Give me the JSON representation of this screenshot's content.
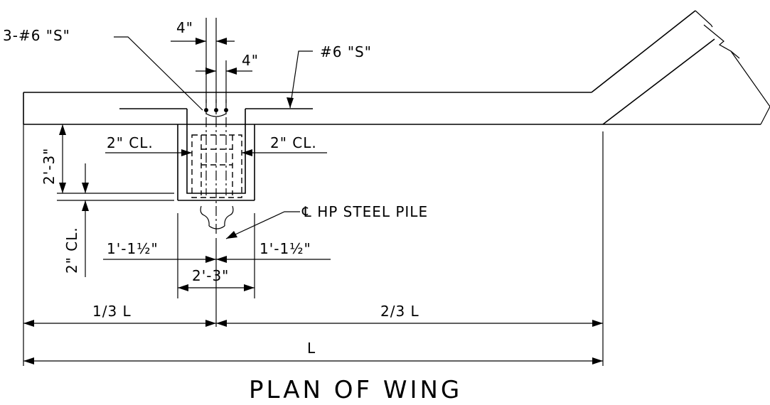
{
  "title": "PLAN OF WING",
  "labels": {
    "bars_3_6s": "3-#6 \"S\"",
    "bar_6s": "#6 \"S\"",
    "spacing_4_top": "4\"",
    "spacing_4_right": "4\"",
    "clear_2_left": "2\" CL.",
    "clear_2_right": "2\" CL.",
    "depth_2_3": "2'-3\"",
    "clear_2_vertical": "2\" CL.",
    "pile_cl": "℄ HP STEEL PILE",
    "offset_left": "1'-1½\"",
    "offset_right": "1'-1½\"",
    "width_2_3": "2'-3\"",
    "third_L": "1/3 L",
    "two_thirds_L": "2/3 L",
    "total_L": "L"
  },
  "colors": {
    "line": "#000000",
    "background": "#ffffff"
  }
}
